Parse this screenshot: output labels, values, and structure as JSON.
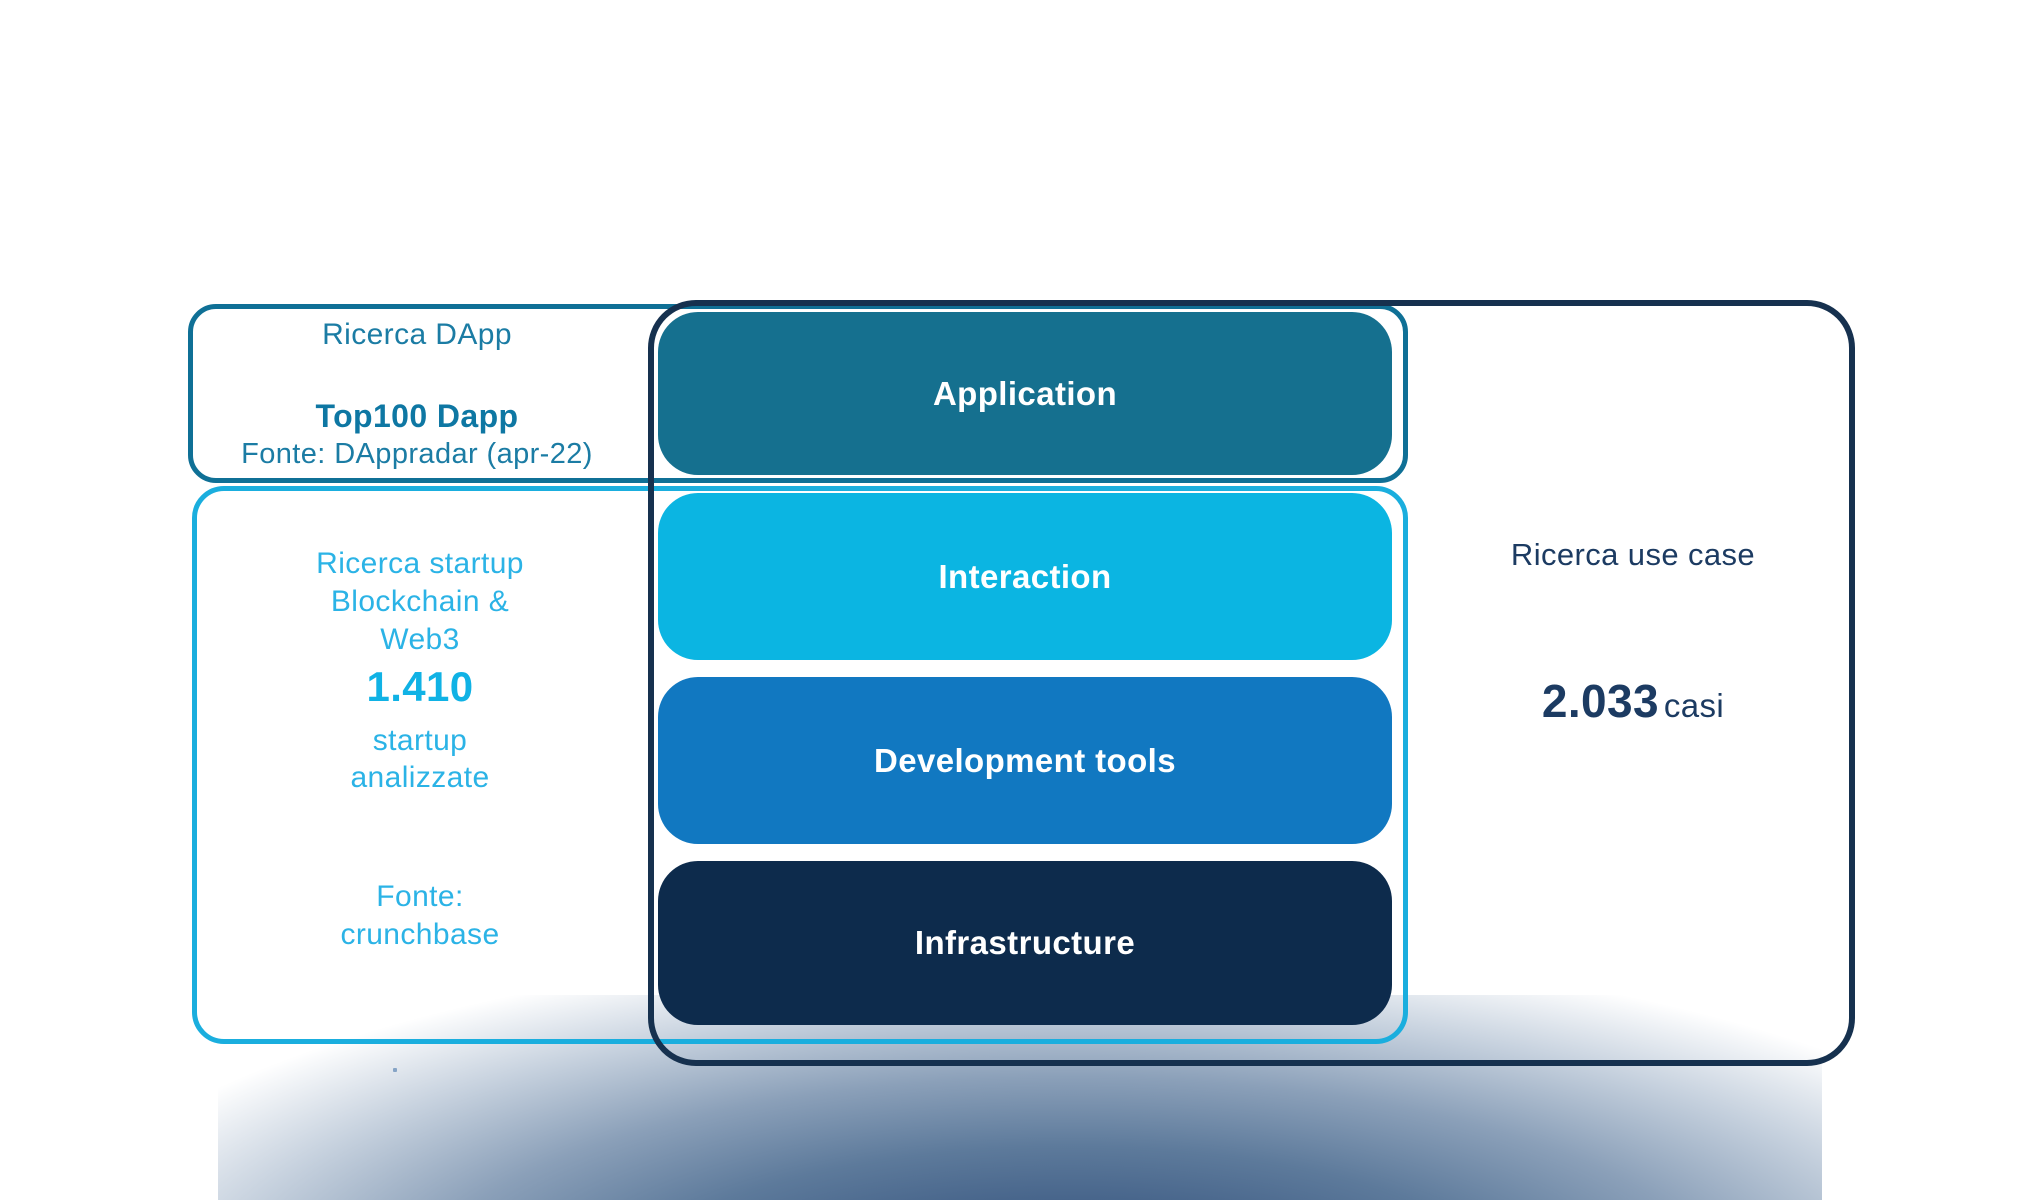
{
  "diagram": {
    "colors": {
      "teal_border": "#0f7096",
      "cyan_border": "#1aaede",
      "navy_border": "#16314f",
      "teal_text": "#1b7ca4",
      "teal_text_bold": "#0e77a3",
      "cyan_text": "#2bb3e6",
      "cyan_count": "#10b2e5",
      "navy_text": "#1c3b62",
      "layer_text": "#ffffff",
      "shadow_core": "#3f5d85"
    },
    "dapp_panel": {
      "title": "Ricerca DApp",
      "highlight": "Top100 Dapp",
      "source": "Fonte: DAppradar (apr-22)"
    },
    "startup_panel": {
      "title_line1": "Ricerca startup",
      "title_line2": "Blockchain &",
      "title_line3": "Web3",
      "count": "1.410",
      "count_label_line1": "startup",
      "count_label_line2": "analizzate",
      "source_line1": "Fonte:",
      "source_line2": "crunchbase"
    },
    "usecase_panel": {
      "title": "Ricerca use case",
      "count": "2.033",
      "count_unit": "casi"
    },
    "layers": [
      {
        "label": "Application",
        "color": "#15708f"
      },
      {
        "label": "Interaction",
        "color": "#0bb5e2"
      },
      {
        "label": "Development tools",
        "color": "#1178c1"
      },
      {
        "label": "Infrastructure",
        "color": "#0d2b4c"
      }
    ]
  }
}
